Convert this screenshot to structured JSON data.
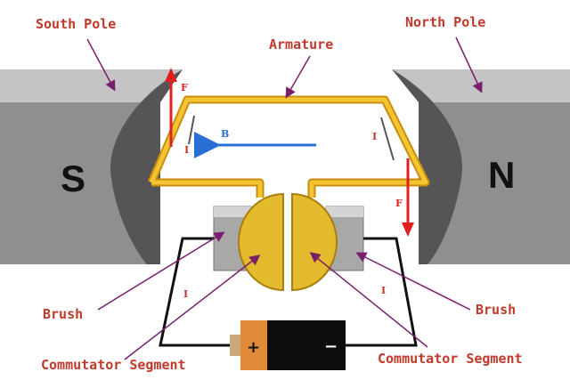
{
  "labels": {
    "south_pole": "South Pole",
    "north_pole": "North Pole",
    "armature": "Armature",
    "brush_left": "Brush",
    "brush_right": "Brush",
    "commutator_left": "Commutator Segment",
    "commutator_right": "Commutator Segment"
  },
  "poles": {
    "south": "S",
    "north": "N"
  },
  "symbols": {
    "force_top": "F",
    "force_bottom": "F",
    "current_left_coil": "I",
    "current_right_coil": "I",
    "current_left_wire": "I",
    "current_right_wire": "I",
    "field": "B"
  },
  "battery": {
    "positive": "+",
    "negative": "−"
  },
  "colors": {
    "label": "#c0392b",
    "coil": "#e8b923",
    "field_arrow": "#2a6fd6",
    "force_arrow": "#e02020",
    "magnet": "#8f8f8f"
  }
}
